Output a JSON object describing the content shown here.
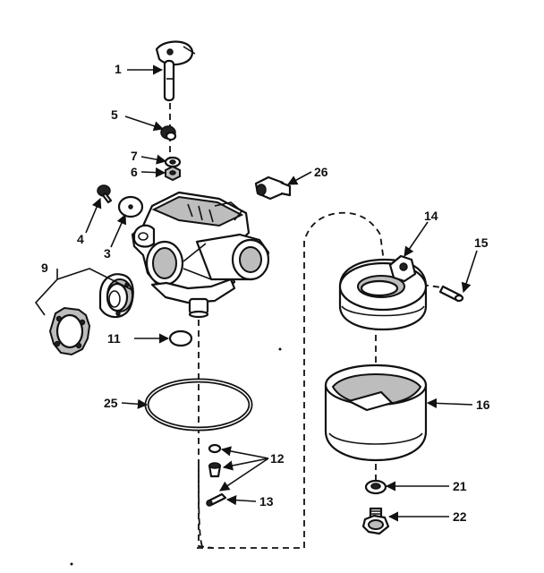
{
  "callouts": {
    "c1": "1",
    "c5": "5",
    "c7": "7",
    "c6": "6",
    "c26": "26",
    "c4": "4",
    "c3": "3",
    "c9": "9",
    "c11": "11",
    "c25": "25",
    "c12": "12",
    "c13": "13",
    "c14": "14",
    "c15": "15",
    "c16": "16",
    "c21": "21",
    "c22": "22"
  }
}
